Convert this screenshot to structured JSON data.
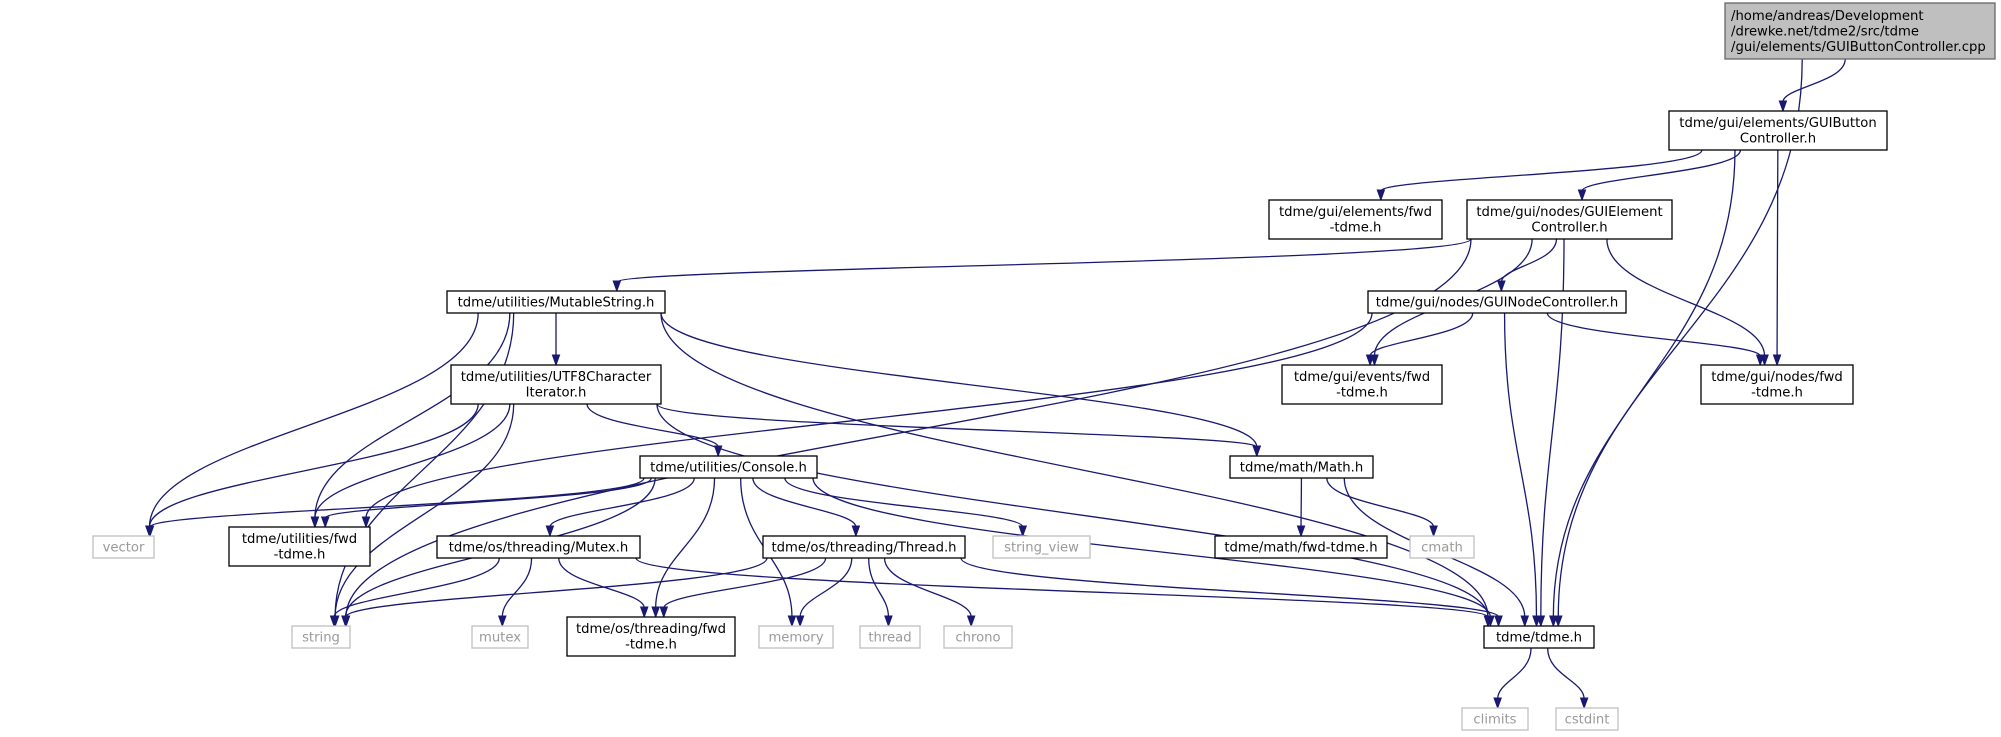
{
  "diagram": {
    "type": "include-dependency-graph",
    "nodes": [
      {
        "id": "root",
        "kind": "root",
        "lines": [
          "/home/andreas/Development",
          "/drewke.net/tdme2/src/tdme",
          "/gui/elements/GUIButtonController.cpp"
        ]
      },
      {
        "id": "guibuttoncontroller_h",
        "kind": "header",
        "lines": [
          "tdme/gui/elements/GUIButton",
          "Controller.h"
        ]
      },
      {
        "id": "gui_elements_fwd",
        "kind": "header",
        "lines": [
          "tdme/gui/elements/fwd",
          "-tdme.h"
        ]
      },
      {
        "id": "guielementcontroller_h",
        "kind": "header",
        "lines": [
          "tdme/gui/nodes/GUIElement",
          "Controller.h"
        ]
      },
      {
        "id": "mutablestring_h",
        "kind": "header",
        "lines": [
          "tdme/utilities/MutableString.h"
        ]
      },
      {
        "id": "guinodecontroller_h",
        "kind": "header",
        "lines": [
          "tdme/gui/nodes/GUINodeController.h"
        ]
      },
      {
        "id": "utf8_h",
        "kind": "header",
        "lines": [
          "tdme/utilities/UTF8Character",
          "Iterator.h"
        ]
      },
      {
        "id": "gui_events_fwd",
        "kind": "header",
        "lines": [
          "tdme/gui/events/fwd",
          "-tdme.h"
        ]
      },
      {
        "id": "gui_nodes_fwd",
        "kind": "header",
        "lines": [
          "tdme/gui/nodes/fwd",
          "-tdme.h"
        ]
      },
      {
        "id": "console_h",
        "kind": "header",
        "lines": [
          "tdme/utilities/Console.h"
        ]
      },
      {
        "id": "math_h",
        "kind": "header",
        "lines": [
          "tdme/math/Math.h"
        ]
      },
      {
        "id": "vector",
        "kind": "system",
        "lines": [
          "vector"
        ]
      },
      {
        "id": "utilities_fwd",
        "kind": "header",
        "lines": [
          "tdme/utilities/fwd",
          "-tdme.h"
        ]
      },
      {
        "id": "mutex_h",
        "kind": "header",
        "lines": [
          "tdme/os/threading/Mutex.h"
        ]
      },
      {
        "id": "thread_h",
        "kind": "header",
        "lines": [
          "tdme/os/threading/Thread.h"
        ]
      },
      {
        "id": "string_view",
        "kind": "system",
        "lines": [
          "string_view"
        ]
      },
      {
        "id": "math_fwd",
        "kind": "header",
        "lines": [
          "tdme/math/fwd-tdme.h"
        ]
      },
      {
        "id": "cmath",
        "kind": "system",
        "lines": [
          "cmath"
        ]
      },
      {
        "id": "string",
        "kind": "system",
        "lines": [
          "string"
        ]
      },
      {
        "id": "mutex",
        "kind": "system",
        "lines": [
          "mutex"
        ]
      },
      {
        "id": "threading_fwd",
        "kind": "header",
        "lines": [
          "tdme/os/threading/fwd",
          "-tdme.h"
        ]
      },
      {
        "id": "memory",
        "kind": "system",
        "lines": [
          "memory"
        ]
      },
      {
        "id": "thread",
        "kind": "system",
        "lines": [
          "thread"
        ]
      },
      {
        "id": "chrono",
        "kind": "system",
        "lines": [
          "chrono"
        ]
      },
      {
        "id": "tdme_h",
        "kind": "header",
        "lines": [
          "tdme/tdme.h"
        ]
      },
      {
        "id": "climits",
        "kind": "system",
        "lines": [
          "climits"
        ]
      },
      {
        "id": "cstdint",
        "kind": "system",
        "lines": [
          "cstdint"
        ]
      }
    ],
    "edges": [
      {
        "from": "root",
        "to": "guibuttoncontroller_h"
      },
      {
        "from": "root",
        "to": "tdme_h"
      },
      {
        "from": "guibuttoncontroller_h",
        "to": "gui_elements_fwd"
      },
      {
        "from": "guibuttoncontroller_h",
        "to": "guielementcontroller_h"
      },
      {
        "from": "guibuttoncontroller_h",
        "to": "gui_nodes_fwd"
      },
      {
        "from": "guibuttoncontroller_h",
        "to": "tdme_h"
      },
      {
        "from": "guielementcontroller_h",
        "to": "mutablestring_h"
      },
      {
        "from": "guielementcontroller_h",
        "to": "guinodecontroller_h"
      },
      {
        "from": "guielementcontroller_h",
        "to": "gui_events_fwd"
      },
      {
        "from": "guielementcontroller_h",
        "to": "gui_nodes_fwd"
      },
      {
        "from": "guielementcontroller_h",
        "to": "string"
      },
      {
        "from": "guielementcontroller_h",
        "to": "tdme_h"
      },
      {
        "from": "mutablestring_h",
        "to": "utf8_h"
      },
      {
        "from": "mutablestring_h",
        "to": "vector"
      },
      {
        "from": "mutablestring_h",
        "to": "utilities_fwd"
      },
      {
        "from": "mutablestring_h",
        "to": "string"
      },
      {
        "from": "mutablestring_h",
        "to": "math_h"
      },
      {
        "from": "mutablestring_h",
        "to": "tdme_h"
      },
      {
        "from": "guinodecontroller_h",
        "to": "gui_events_fwd"
      },
      {
        "from": "guinodecontroller_h",
        "to": "gui_nodes_fwd"
      },
      {
        "from": "guinodecontroller_h",
        "to": "utilities_fwd"
      },
      {
        "from": "guinodecontroller_h",
        "to": "tdme_h"
      },
      {
        "from": "utf8_h",
        "to": "console_h"
      },
      {
        "from": "utf8_h",
        "to": "math_h"
      },
      {
        "from": "utf8_h",
        "to": "vector"
      },
      {
        "from": "utf8_h",
        "to": "utilities_fwd"
      },
      {
        "from": "utf8_h",
        "to": "string"
      },
      {
        "from": "utf8_h",
        "to": "tdme_h"
      },
      {
        "from": "console_h",
        "to": "vector"
      },
      {
        "from": "console_h",
        "to": "utilities_fwd"
      },
      {
        "from": "console_h",
        "to": "mutex_h"
      },
      {
        "from": "console_h",
        "to": "thread_h"
      },
      {
        "from": "console_h",
        "to": "string_view"
      },
      {
        "from": "console_h",
        "to": "string"
      },
      {
        "from": "console_h",
        "to": "threading_fwd"
      },
      {
        "from": "console_h",
        "to": "memory"
      },
      {
        "from": "console_h",
        "to": "tdme_h"
      },
      {
        "from": "math_h",
        "to": "math_fwd"
      },
      {
        "from": "math_h",
        "to": "cmath"
      },
      {
        "from": "math_h",
        "to": "tdme_h"
      },
      {
        "from": "mutex_h",
        "to": "string"
      },
      {
        "from": "mutex_h",
        "to": "mutex"
      },
      {
        "from": "mutex_h",
        "to": "threading_fwd"
      },
      {
        "from": "mutex_h",
        "to": "tdme_h"
      },
      {
        "from": "thread_h",
        "to": "string"
      },
      {
        "from": "thread_h",
        "to": "threading_fwd"
      },
      {
        "from": "thread_h",
        "to": "memory"
      },
      {
        "from": "thread_h",
        "to": "thread"
      },
      {
        "from": "thread_h",
        "to": "chrono"
      },
      {
        "from": "thread_h",
        "to": "tdme_h"
      },
      {
        "from": "tdme_h",
        "to": "climits"
      },
      {
        "from": "tdme_h",
        "to": "cstdint"
      }
    ],
    "colors": {
      "edge": "#191970",
      "root_fill": "#bfbfbf",
      "system_border": "#bfbfbf",
      "system_text": "#9a9a9a"
    }
  }
}
